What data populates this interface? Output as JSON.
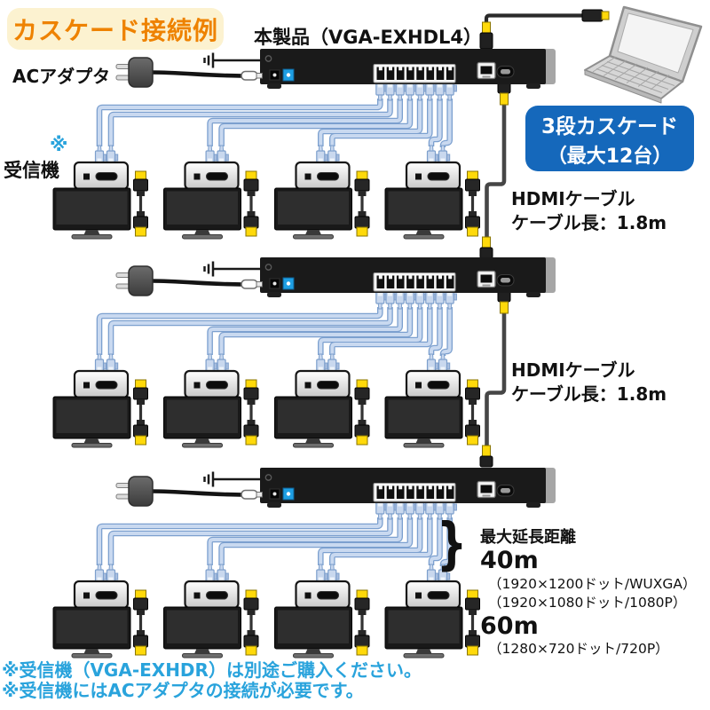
{
  "title": "カスケード接続例",
  "product": {
    "label": "本製品（VGA-EXHDL4）"
  },
  "ac_adapter": {
    "label": "ACアダプタ"
  },
  "receiver": {
    "mark": "※",
    "label": "受信機"
  },
  "cascade_badge": {
    "line1": "3段カスケード",
    "line2": "（最大12台）"
  },
  "hdmi_labels": [
    {
      "line1": "HDMIケーブル",
      "line2": "ケーブル長：1.8m"
    },
    {
      "line1": "HDMIケーブル",
      "line2": "ケーブル長：1.8m"
    }
  ],
  "extension": {
    "brace": "}",
    "heading": "最大延長距離",
    "d1_value": "40m",
    "d1_detail1": "（1920×1200ドット/WUXGA）",
    "d1_detail2": "（1920×1080ドット/1080P）",
    "d2_value": "60m",
    "d2_detail1": "（1280×720ドット/720P）"
  },
  "footnotes": {
    "line1": "※受信機（VGA-EXHDR）は別途ご購入ください。",
    "line2": "※受信機にはACアダプタの接続が必要です。"
  },
  "colors": {
    "title_text": "#ee8200",
    "title_bg": "#fcf2d0",
    "badge_bg": "#1568bb",
    "badge_text": "#ffffff",
    "footnote_text": "#29a3dc",
    "cable_blue": "#c9d9f0",
    "cable_blue_edge": "#7ca0cf",
    "connector_yellow": "#ffd90a",
    "device_black": "#1a1a1a"
  }
}
